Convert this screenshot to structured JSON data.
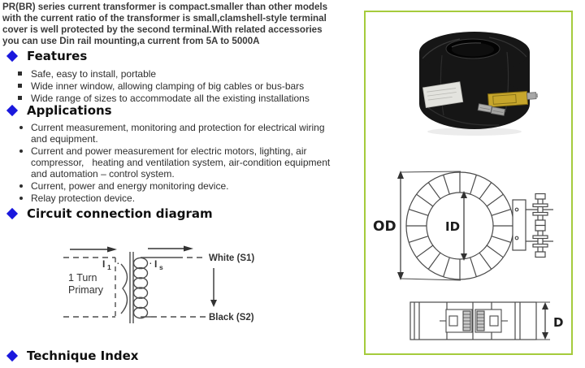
{
  "colors": {
    "accent_blue": "#1a18dd",
    "green_border": "#a5cb3c",
    "body_text": "#2e2e2e",
    "intro_text": "#3a3a3a"
  },
  "intro_lines": [
    "PR(BR) series current transformer is compact.smaller than other models",
    "with the current ratio of the transformer is small,clamshell-style terminal",
    "cover is well protected by the second terminal.With related accessories",
    "you can use Din rail mounting,a current from 5A to 5000A"
  ],
  "features": {
    "title": "Features",
    "items": [
      "Safe, easy to install, portable",
      "Wide inner window, allowing clamping of big cables or bus-bars",
      "Wide range of sizes to accommodate all the existing installations"
    ]
  },
  "applications": {
    "title": "Applications",
    "items": [
      [
        "Current measurement, monitoring and protection for electrical wiring",
        "and equipment."
      ],
      [
        "Current and power measurement for electric motors, lighting, air",
        "compressor,   heating and ventilation system, air-condition equipment",
        "and automation – control system."
      ],
      [
        "Current, power and energy monitoring device."
      ],
      [
        "Relay protection device."
      ]
    ]
  },
  "circuit": {
    "title": "Circuit connection diagram",
    "i1": "I",
    "i1_sub": "1",
    "i1_dot": "·",
    "is_dot": "·",
    "is": "I",
    "is_sub": "s",
    "primary_line1": "1 Turn",
    "primary_line2": "Primary",
    "white_label": "White (S1)",
    "black_label": "Black (S2)"
  },
  "technique": {
    "title": "Technique Index"
  },
  "panel": {
    "od": "OD",
    "id": "ID",
    "d": "D"
  }
}
